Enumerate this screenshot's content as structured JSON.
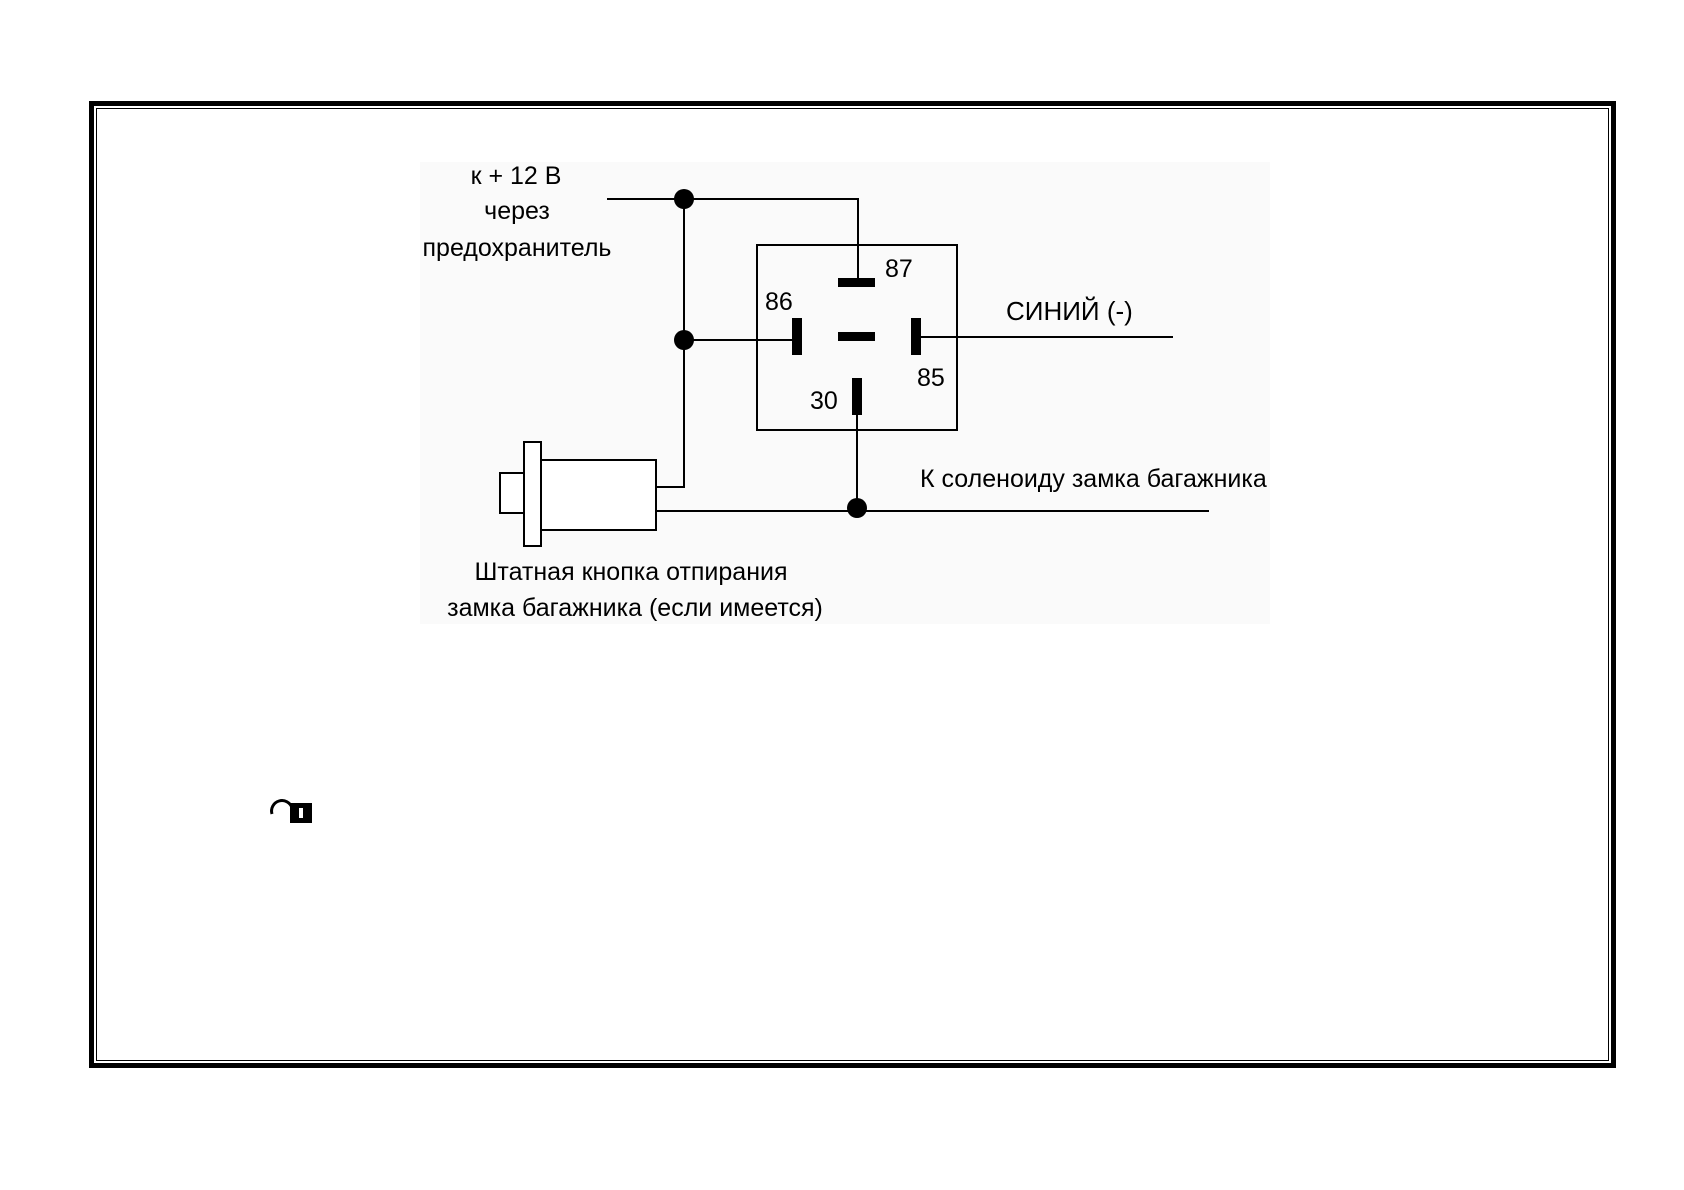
{
  "labels": {
    "supply_line1": "к + 12 В",
    "supply_line2": "через",
    "supply_line3": "предохранитель",
    "pin87": "87",
    "pin86": "86",
    "pin85": "85",
    "pin30": "30",
    "blue_wire": "СИНИЙ (-)",
    "solenoid": "К соленоиду замка багажника",
    "button_line1": "Штатная кнопка отпирания",
    "button_line2": "замка багажника (если имеется)"
  },
  "icons": {
    "unlock": "unlock-icon"
  },
  "colors": {
    "line": "#000000",
    "background": "#ffffff"
  }
}
